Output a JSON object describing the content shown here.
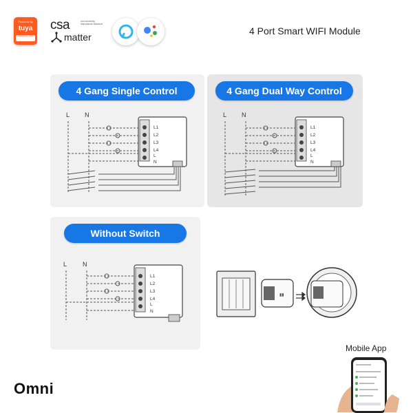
{
  "header": {
    "tuya_badge": {
      "top_text": "Powered By",
      "brand": "tuya",
      "bottom_text": "Intelligence Inside"
    },
    "csa_logo": {
      "mark": "csa",
      "tagline": "connectivity standards alliance",
      "matter": "matter"
    },
    "assistant_logos": [
      "alexa-icon",
      "google-assistant-icon"
    ],
    "product_title": "4 Port Smart WIFI Module"
  },
  "panels": [
    {
      "title": "4 Gang Single Control",
      "wire_labels": [
        "L",
        "N"
      ],
      "terminal_labels": [
        "L1",
        "L2",
        "L3",
        "L4",
        "L",
        "N"
      ]
    },
    {
      "title": "4 Gang Dual Way Control",
      "wire_labels": [
        "L",
        "N"
      ],
      "terminal_labels": [
        "L1",
        "L2",
        "L3",
        "L4",
        "L",
        "N"
      ]
    },
    {
      "title": "Without Switch",
      "wire_labels": [
        "L",
        "N"
      ],
      "terminal_labels": [
        "L1",
        "L2",
        "L3",
        "L4",
        "L",
        "N"
      ]
    }
  ],
  "install_illustration": [
    "wall-switch-icon",
    "module-icon",
    "wall-box-icon"
  ],
  "mobile_app": {
    "label": "Mobile App"
  },
  "brand": {
    "name": "Omni"
  },
  "colors": {
    "accent": "#1877e6",
    "panel_bg": "#f1f1f1",
    "tuya": "#ff5a1f",
    "line": "#555555"
  }
}
